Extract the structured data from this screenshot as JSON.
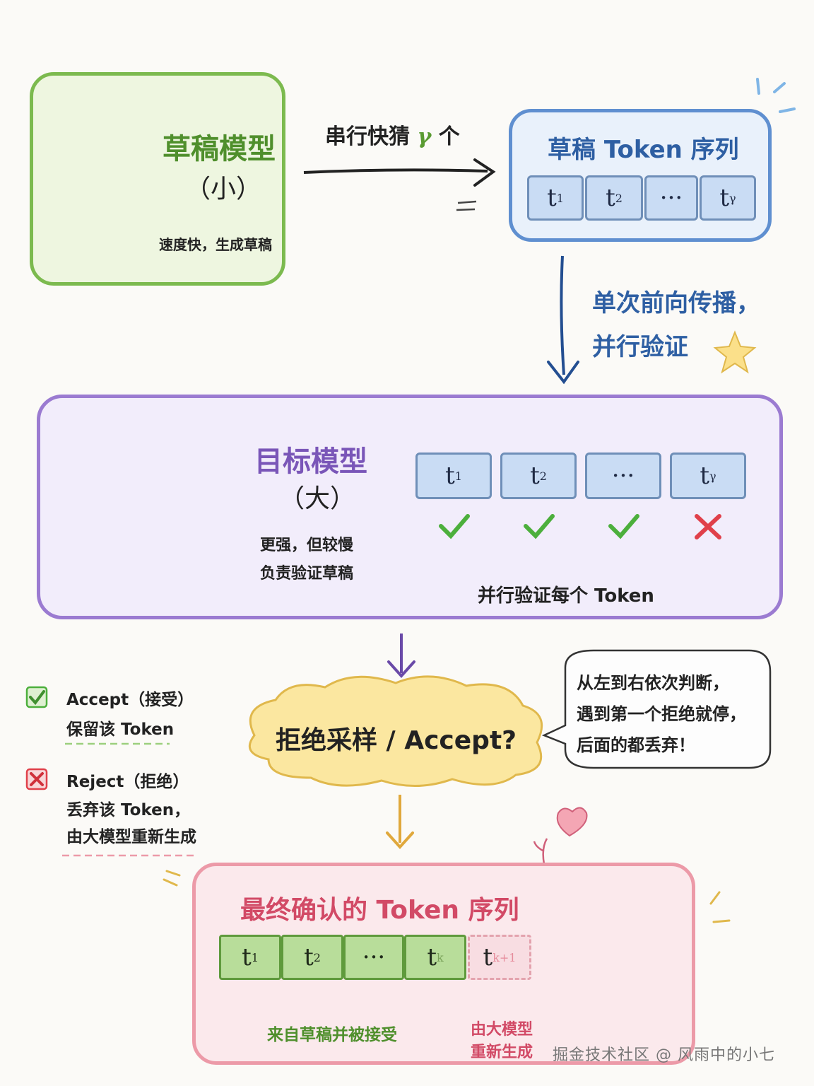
{
  "draft_model": {
    "title": "草稿模型",
    "size": "（小）",
    "desc": "速度快，生成草稿"
  },
  "serial_guess": {
    "prefix": "串行快猜",
    "symbol": "γ",
    "suffix": "个"
  },
  "draft_sequence": {
    "title": "草稿 Token 序列",
    "tokens": [
      {
        "base": "t",
        "sub": "1"
      },
      {
        "base": "t",
        "sub": "2"
      },
      {
        "base": "···",
        "sub": ""
      },
      {
        "base": "t",
        "sub": "γ"
      }
    ]
  },
  "verify_step": {
    "line1": "单次前向传播，",
    "line2": "并行验证"
  },
  "target_model": {
    "title": "目标模型",
    "size": "（大）",
    "desc_line1": "更强，但较慢",
    "desc_line2": "负责验证草稿",
    "tokens": [
      {
        "base": "t",
        "sub": "1",
        "result": "accept"
      },
      {
        "base": "t",
        "sub": "2",
        "result": "accept"
      },
      {
        "base": "···",
        "sub": "",
        "result": "accept"
      },
      {
        "base": "t",
        "sub": "γ",
        "result": "reject"
      }
    ],
    "caption": "并行验证每个 Token"
  },
  "legend": {
    "accept_title": "Accept（接受）",
    "accept_desc": "保留该 Token",
    "reject_title": "Reject（拒绝）",
    "reject_desc1": "丢弃该 Token，",
    "reject_desc2": "由大模型重新生成"
  },
  "sampling": {
    "label": "拒绝采样 / Accept?"
  },
  "bubble": {
    "line1": "从左到右依次判断，",
    "line2": "遇到第一个拒绝就停，",
    "line3": "后面的都丢弃！"
  },
  "final_sequence": {
    "title": "最终确认的 Token 序列",
    "tokens": [
      {
        "base": "t",
        "sub": "1"
      },
      {
        "base": "t",
        "sub": "2"
      },
      {
        "base": "···",
        "sub": ""
      },
      {
        "base": "t",
        "sub": "k"
      }
    ],
    "new_token": {
      "base": "t",
      "sub": "k+1"
    },
    "accepted_caption": "来自草稿并被接受",
    "regen_line1": "由大模型",
    "regen_line2": "重新生成"
  },
  "watermark": "掘金技术社区 @ 风雨中的小七",
  "colors": {
    "draft_green": "#7cba4f",
    "draft_blue": "#5f8fd0",
    "target_purple": "#9b7bd1",
    "final_pink": "#ec9aa8",
    "accept_green": "#4caf3c",
    "reject_red": "#e0404a",
    "cloud_yellow": "#fbe7a0"
  }
}
